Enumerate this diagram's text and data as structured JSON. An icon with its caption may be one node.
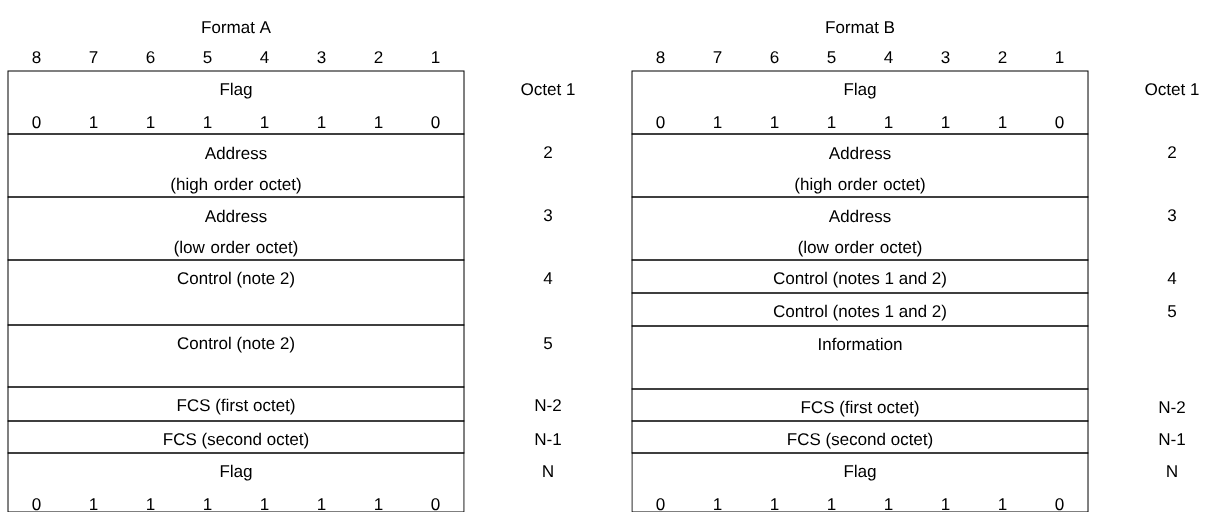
{
  "diagram": {
    "nodes": [
      {
        "text": [
          "Flag",
          "0",
          "1",
          "1",
          "1",
          "1",
          "1",
          "1",
          "0"
        ]
      },
      {
        "text": [
          "Address (high order octet)"
        ]
      },
      {
        "text": [
          "Address (low order octet)"
        ]
      },
      {
        "text": [
          "Control (note 2)"
        ]
      },
      {
        "text": [
          "Control (note 2)"
        ]
      },
      {
        "text": [
          "FCS (first octet)"
        ]
      },
      {
        "text": [
          "FCS (second octet)"
        ]
      },
      {
        "text": [
          "Flag",
          "0",
          "1",
          "1",
          "1",
          "1",
          "1",
          "1",
          "0"
        ]
      },
      {
        "text": [
          "Flag",
          "0",
          "1",
          "1",
          "1",
          "1",
          "1",
          "1",
          "0"
        ]
      },
      {
        "text": [
          "Address (high order octet)"
        ]
      },
      {
        "text": [
          "Address (low order octet)"
        ]
      },
      {
        "text": [
          "Control (notes 1 and 2)"
        ]
      },
      {
        "text": [
          "Control (notes 1 and 2)"
        ]
      },
      {
        "text": [
          "Information"
        ]
      },
      {
        "text": [
          "FCS (first octet)"
        ]
      },
      {
        "text": [
          "FCS (second octet)"
        ]
      },
      {
        "text": [
          "Flag",
          "0",
          "1",
          "1",
          "1",
          "1",
          "1",
          "1",
          "0"
        ]
      }
    ],
    "labels": [
      "Format A",
      "8",
      "7",
      "6",
      "5",
      "4",
      "3",
      "2",
      "1",
      "Octet 1",
      "2",
      "3",
      "4",
      "5",
      "N-2",
      "N-1",
      "N",
      "Format B",
      "8",
      "7",
      "6",
      "5",
      "4",
      "3",
      "2",
      "1",
      "Octet 1",
      "2",
      "3",
      "4",
      "5",
      "N-2",
      "N-1",
      "N"
    ]
  }
}
